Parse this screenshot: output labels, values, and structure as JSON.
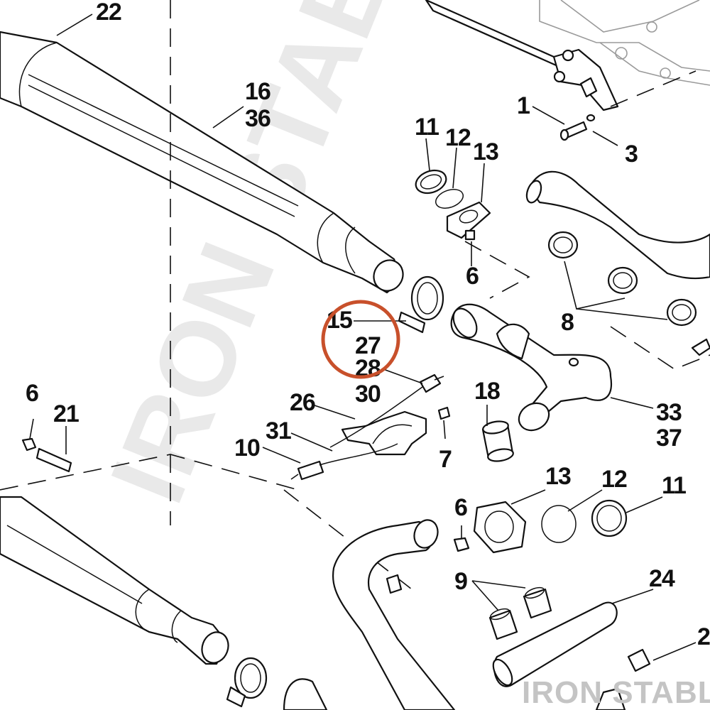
{
  "watermark": "IRON STABLE",
  "brand_mark": "IRON STABLE",
  "highlight_color": "#c8502b",
  "callouts": {
    "c22": "22",
    "c16": "16",
    "c36": "36",
    "c1": "1",
    "c3": "3",
    "c11a": "11",
    "c12a": "12",
    "c13a": "13",
    "c6a": "6",
    "c8": "8",
    "c15": "15",
    "c27": "27",
    "c28": "28",
    "c30": "30",
    "c18": "18",
    "c33": "33",
    "c37": "37",
    "c26": "26",
    "c31": "31",
    "c10": "10",
    "c7": "7",
    "c6b": "6",
    "c21": "21",
    "c13b": "13",
    "c12b": "12",
    "c11b": "11",
    "c6c": "6",
    "c9": "9",
    "c24": "24",
    "c2x": "2"
  }
}
